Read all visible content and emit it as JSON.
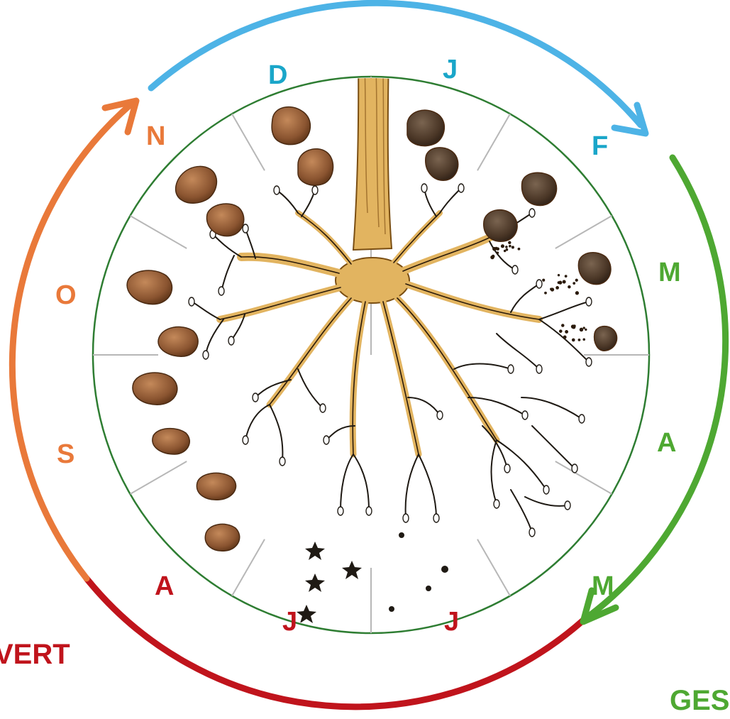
{
  "colors": {
    "winter": "#4db3e6",
    "spring": "#4ea832",
    "summer": "#c0141c",
    "autumn": "#e9793a",
    "month_winter": "#1aa6c9",
    "month_spring": "#4ea832",
    "month_summer": "#c0141c",
    "month_autumn": "#e9793a",
    "disc_border": "#2e7d32",
    "sector_lines": "#b7b7b7",
    "root_fill": "#e2b460",
    "root_outline": "#7a4e12",
    "truffle": "#7a4a2a"
  },
  "months": {
    "dec": "D",
    "jan": "J",
    "feb": "F",
    "mar": "M",
    "apr": "A",
    "may": "M",
    "jun": "J",
    "jul": "J",
    "aug": "A",
    "sep": "S",
    "oct": "O",
    "nov": "N"
  },
  "seasons": {
    "summer": "VERT",
    "spring": "GES"
  }
}
